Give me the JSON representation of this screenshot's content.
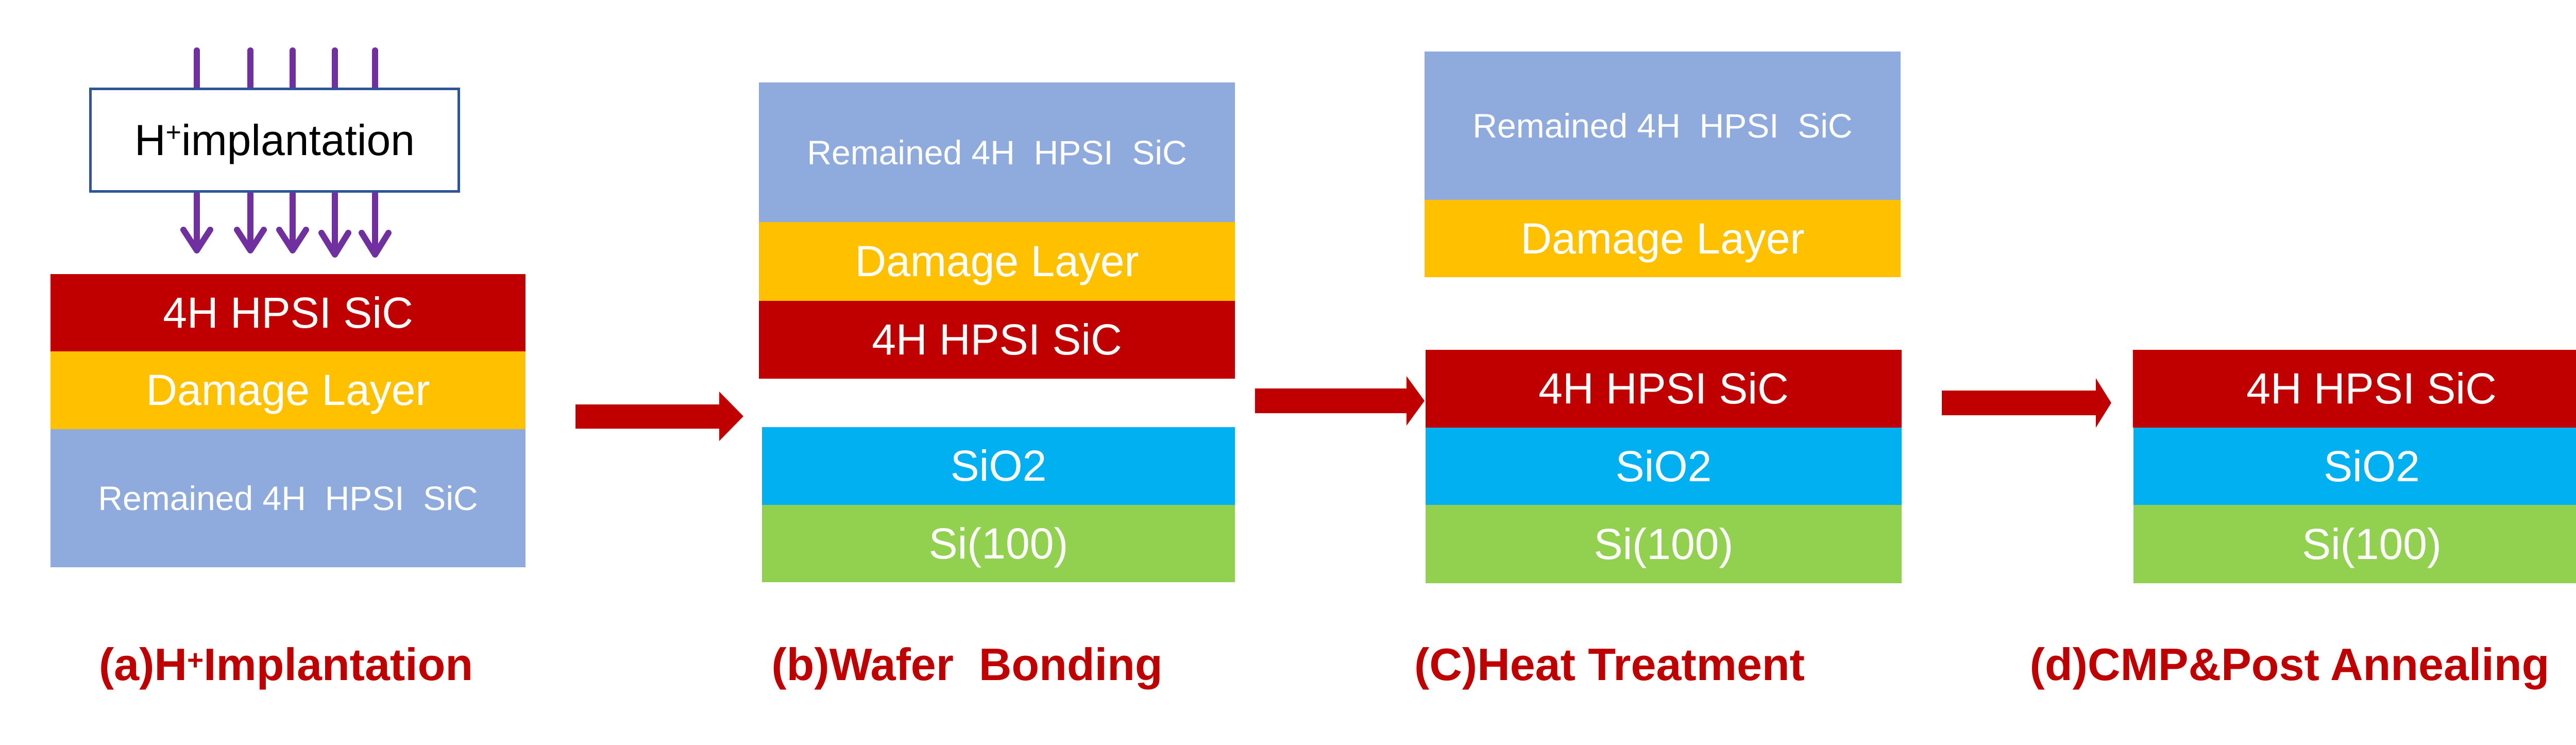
{
  "colors": {
    "sic": "#C00000",
    "damage": "#FFC000",
    "remained": "#8FAADC",
    "sio2": "#00B0F0",
    "si": "#92D050",
    "ion": "#7030A0",
    "arrow": "#C00000",
    "caption": "#C00000"
  },
  "panel_a": {
    "implant_label": "H",
    "implant_sup": "+",
    "implant_rest": "implantation",
    "layers": [
      "4H HPSI SiC",
      "Damage Layer",
      "Remained 4H  HPSI  SiC"
    ],
    "caption_prefix": "(a)H",
    "caption_sup": "+",
    "caption_rest": "Implantation"
  },
  "panel_b": {
    "layers": [
      "Remained 4H  HPSI  SiC",
      "Damage Layer",
      "4H HPSI SiC",
      "SiO2",
      "Si(100)"
    ],
    "caption": "(b)Wafer  Bonding"
  },
  "panel_c": {
    "layers": [
      "Remained 4H  HPSI  SiC",
      "Damage Layer",
      "4H HPSI SiC",
      "SiO2",
      "Si(100)"
    ],
    "caption": "(C)Heat Treatment"
  },
  "panel_d": {
    "layers": [
      "4H HPSI SiC",
      "SiO2",
      "Si(100)"
    ],
    "caption": "(d)CMP&Post Annealing"
  }
}
